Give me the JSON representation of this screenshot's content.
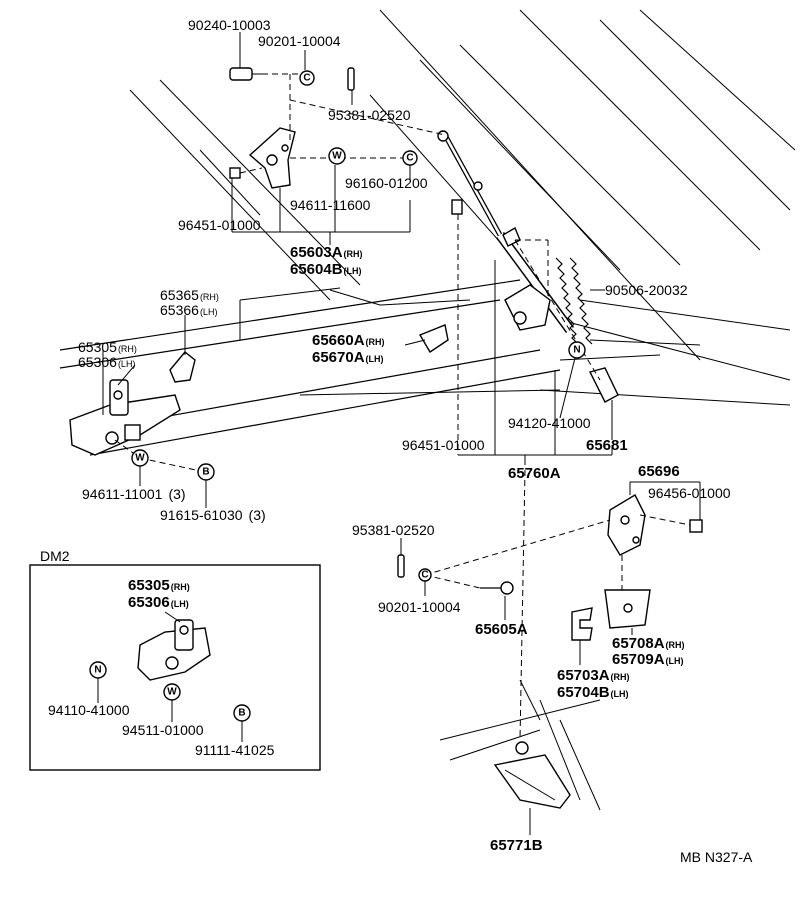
{
  "labels": {
    "p90240": "90240-10003",
    "p90201a": "90201-10004",
    "p95381a": "95381-02520",
    "p96160": "96160-01200",
    "p94611a": "94611-11600",
    "p96451a": "96451-01000",
    "p65603": "65603A",
    "p65603_sfx": "(RH)",
    "p65604": "65604B",
    "p65604_sfx": "(LH)",
    "p65365": "65365",
    "p65365_sfx": "(RH)",
    "p65366": "65366",
    "p65366_sfx": "(LH)",
    "p65305": "65305",
    "p65305_sfx": "(RH)",
    "p65306": "65306",
    "p65306_sfx": "(LH)",
    "p65660": "65660A",
    "p65660_sfx": "(RH)",
    "p65670": "65670A",
    "p65670_sfx": "(LH)",
    "p90506": "90506-20032",
    "p94120": "94120-41000",
    "p96451b": "96451-01000",
    "p65681": "65681",
    "p65760": "65760A",
    "p94611b": "94611-11001",
    "p94611b_qty": "(3)",
    "p91615": "91615-61030",
    "p91615_qty": "(3)",
    "p65696": "65696",
    "p96456": "96456-01000",
    "p95381b": "95381-02520",
    "p90201b": "90201-10004",
    "p65605": "65605A",
    "p65708": "65708A",
    "p65708_sfx": "(RH)",
    "p65709": "65709A",
    "p65709_sfx": "(LH)",
    "p65703": "65703A",
    "p65703_sfx": "(RH)",
    "p65704": "65704B",
    "p65704_sfx": "(LH)",
    "p65771": "65771B",
    "code": "MB N327-A"
  },
  "inset": {
    "title": "DM2",
    "p65305": "65305",
    "p65305_sfx": "(RH)",
    "p65306": "65306",
    "p65306_sfx": "(LH)",
    "p94110": "94110-41000",
    "p94511": "94511-01000",
    "p91111": "91111-41025"
  },
  "symbols": {
    "washer": "W",
    "nut": "N",
    "bolt": "B",
    "clip": "C"
  }
}
